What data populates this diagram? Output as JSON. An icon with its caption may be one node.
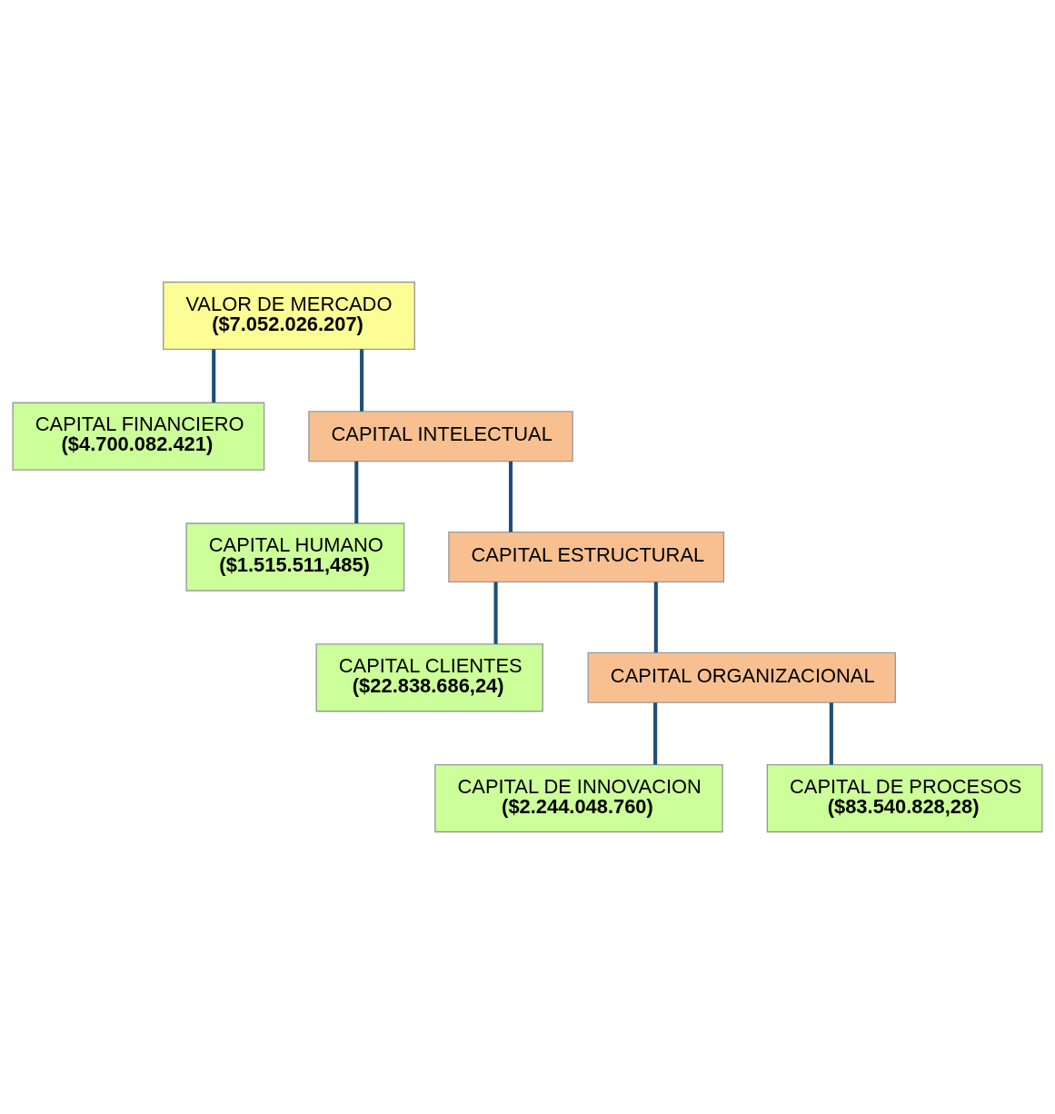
{
  "diagram": {
    "nodes": [
      {
        "text": [
          "VALOR DE MERCADO",
          "($7.052.026.207)"
        ]
      },
      {
        "text": [
          "CAPITAL FINANCIERO",
          "($4.700.082.421)"
        ]
      },
      {
        "text": [
          "CAPITAL INTELECTUAL"
        ]
      },
      {
        "text": [
          "CAPITAL HUMANO",
          "($1.515.511,485)"
        ]
      },
      {
        "text": [
          "CAPITAL ESTRUCTURAL"
        ]
      },
      {
        "text": [
          "CAPITAL CLIENTES",
          "($22.838.686,24)"
        ]
      },
      {
        "text": [
          "CAPITAL ORGANIZACIONAL"
        ]
      },
      {
        "text": [
          "CAPITAL DE INNOVACION",
          "($2.244.048.760)"
        ]
      },
      {
        "text": [
          "CAPITAL DE PROCESOS",
          "($83.540.828,28)"
        ]
      }
    ],
    "edges": [
      {
        "from": 0,
        "to": 1,
        "arrow": "none"
      },
      {
        "from": 0,
        "to": 2,
        "arrow": "none"
      },
      {
        "from": 2,
        "to": 3,
        "arrow": "none"
      },
      {
        "from": 2,
        "to": 4,
        "arrow": "none"
      },
      {
        "from": 4,
        "to": 5,
        "arrow": "none"
      },
      {
        "from": 4,
        "to": 6,
        "arrow": "none"
      },
      {
        "from": 6,
        "to": 7,
        "arrow": "none"
      },
      {
        "from": 6,
        "to": 8,
        "arrow": "none"
      }
    ]
  }
}
